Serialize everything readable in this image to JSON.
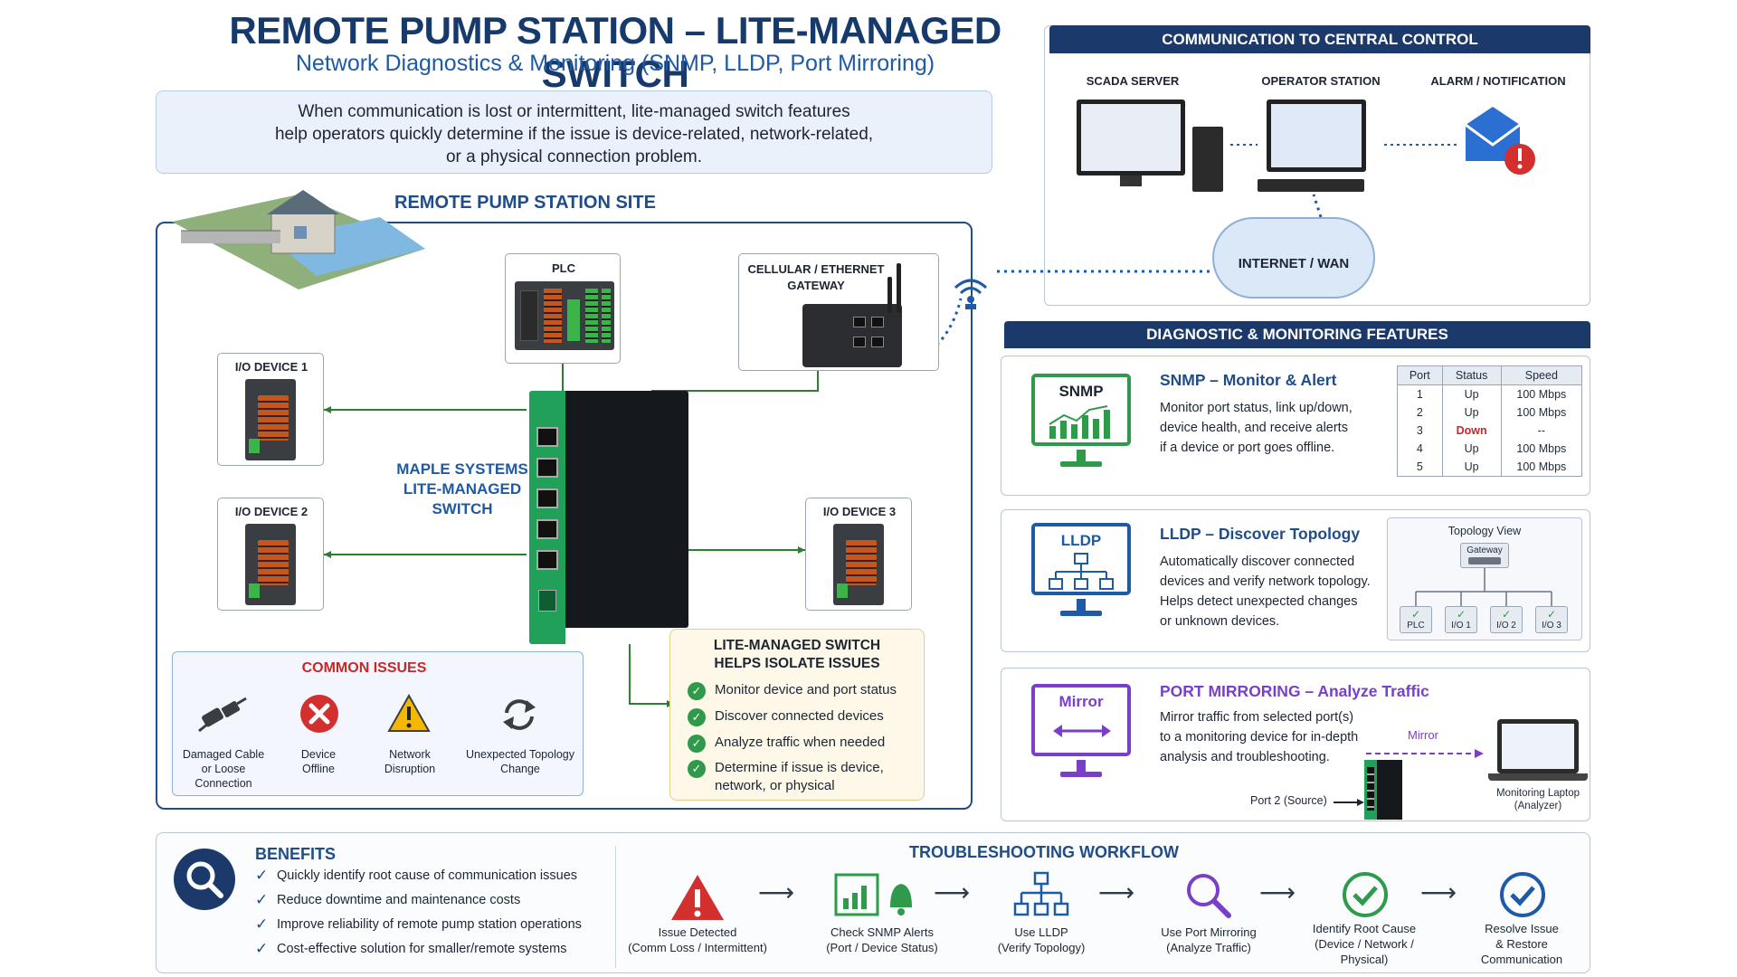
{
  "header": {
    "title": "REMOTE PUMP STATION – LITE-MANAGED SWITCH",
    "subtitle": "Network Diagnostics & Monitoring (SNMP, LLDP, Port Mirroring)",
    "intro_line1": "When communication is lost or intermittent, lite-managed switch features",
    "intro_line2": "help operators quickly determine if the issue is device-related, network-related,",
    "intro_line3": "or a physical connection problem."
  },
  "site": {
    "title": "REMOTE PUMP STATION SITE",
    "plc_label": "PLC",
    "gateway_label_1": "CELLULAR / ETHERNET",
    "gateway_label_2": "GATEWAY",
    "io_device_1": "I/O DEVICE 1",
    "io_device_2": "I/O DEVICE 2",
    "io_device_3": "I/O DEVICE 3",
    "switch_label_1": "MAPLE SYSTEMS",
    "switch_label_2": "LITE-MANAGED",
    "switch_label_3": "SWITCH"
  },
  "common_issues": {
    "title": "COMMON ISSUES",
    "items": [
      {
        "line1": "Damaged Cable",
        "line2": "or Loose",
        "line3": "Connection",
        "icon": "plug-icon"
      },
      {
        "line1": "Device",
        "line2": "Offline",
        "line3": "",
        "icon": "x-circle-icon"
      },
      {
        "line1": "Network",
        "line2": "Disruption",
        "line3": "",
        "icon": "warning-icon"
      },
      {
        "line1": "Unexpected Topology",
        "line2": "Change",
        "line3": "",
        "icon": "refresh-icon"
      }
    ]
  },
  "isolate": {
    "title_1": "LITE-MANAGED SWITCH",
    "title_2": "HELPS ISOLATE ISSUES",
    "items": [
      "Monitor device and port status",
      "Discover connected devices",
      "Analyze traffic when needed",
      "Determine if issue is device,",
      "network, or physical"
    ]
  },
  "communication": {
    "title": "COMMUNICATION TO CENTRAL CONTROL",
    "scada": "SCADA SERVER",
    "operator": "OPERATOR STATION",
    "alarm": "ALARM / NOTIFICATION",
    "cloud": "INTERNET / WAN"
  },
  "features": {
    "title": "DIAGNOSTIC & MONITORING FEATURES",
    "snmp": {
      "icon_label": "SNMP",
      "heading": "SNMP – Monitor & Alert",
      "text_1": "Monitor port status, link up/down,",
      "text_2": "device health, and receive alerts",
      "text_3": "if a device or port goes offline.",
      "table_headers": [
        "Port",
        "Status",
        "Speed"
      ],
      "rows": [
        {
          "port": "1",
          "status": "Up",
          "speed": "100 Mbps"
        },
        {
          "port": "2",
          "status": "Up",
          "speed": "100 Mbps"
        },
        {
          "port": "3",
          "status": "Down",
          "speed": "--"
        },
        {
          "port": "4",
          "status": "Up",
          "speed": "100 Mbps"
        },
        {
          "port": "5",
          "status": "Up",
          "speed": "100 Mbps"
        }
      ]
    },
    "lldp": {
      "icon_label": "LLDP",
      "heading": "LLDP – Discover Topology",
      "text_1": "Automatically discover connected",
      "text_2": "devices and verify network topology.",
      "text_3": "Helps detect unexpected changes",
      "text_4": "or unknown devices.",
      "topo_title": "Topology View",
      "topo_gateway": "Gateway",
      "topo_nodes": [
        "PLC",
        "I/O 1",
        "I/O 2",
        "I/O 3"
      ]
    },
    "mirror": {
      "icon_label": "Mirror",
      "heading": "PORT MIRRORING – Analyze Traffic",
      "text_1": "Mirror traffic from selected port(s)",
      "text_2": "to a monitoring device for in-depth",
      "text_3": "analysis and troubleshooting.",
      "arrow_label": "Mirror",
      "port_label": "Port 2 (Source)",
      "laptop_1": "Monitoring Laptop",
      "laptop_2": "(Analyzer)"
    }
  },
  "benefits": {
    "title": "BENEFITS",
    "items": [
      "Quickly identify root cause of communication issues",
      "Reduce downtime and maintenance costs",
      "Improve reliability of remote pump station operations",
      "Cost-effective solution for smaller/remote systems"
    ]
  },
  "workflow": {
    "title": "TROUBLESHOOTING WORKFLOW",
    "steps": [
      {
        "line1": "Issue Detected",
        "line2": "(Comm Loss / Intermittent)",
        "line3": ""
      },
      {
        "line1": "Check SNMP Alerts",
        "line2": "(Port / Device Status)",
        "line3": ""
      },
      {
        "line1": "Use LLDP",
        "line2": "(Verify Topology)",
        "line3": ""
      },
      {
        "line1": "Use Port Mirroring",
        "line2": "(Analyze Traffic)",
        "line3": ""
      },
      {
        "line1": "Identify Root Cause",
        "line2": "(Device / Network /",
        "line3": "Physical)"
      },
      {
        "line1": "Resolve Issue",
        "line2": "& Restore",
        "line3": "Communication"
      }
    ]
  },
  "colors": {
    "navy": "#1b3a6b",
    "blue": "#1f5aa6",
    "green": "#2e9a4a",
    "red": "#c62828",
    "purple": "#7a3fc9"
  }
}
